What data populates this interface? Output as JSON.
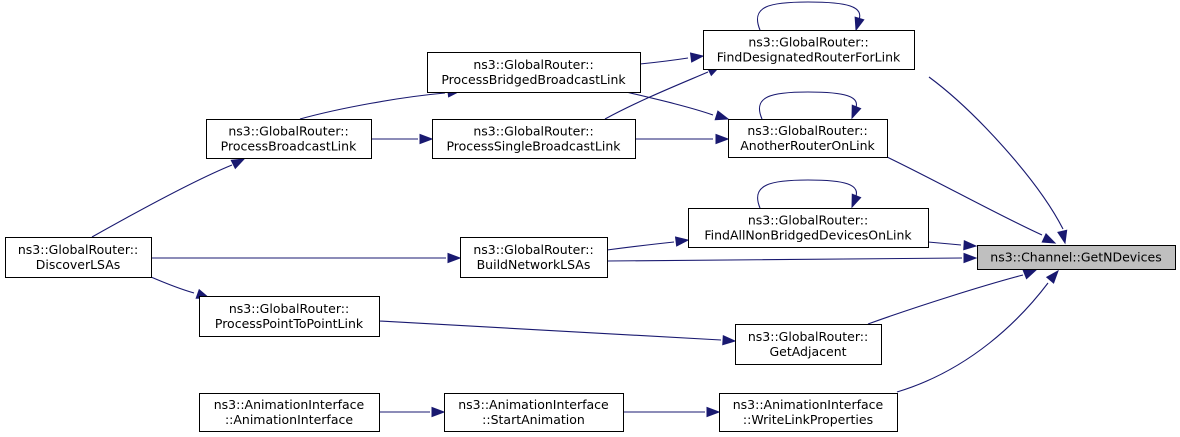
{
  "nodes": {
    "get_n_devices": {
      "lines": [
        "ns3::Channel::GetNDevices"
      ]
    },
    "find_designated_router": {
      "lines": [
        "ns3::GlobalRouter::",
        "FindDesignatedRouterForLink"
      ]
    },
    "another_router_on_link": {
      "lines": [
        "ns3::GlobalRouter::",
        "AnotherRouterOnLink"
      ]
    },
    "find_all_non_bridged": {
      "lines": [
        "ns3::GlobalRouter::",
        "FindAllNonBridgedDevicesOnLink"
      ]
    },
    "build_network_lsas": {
      "lines": [
        "ns3::GlobalRouter::",
        "BuildNetworkLSAs"
      ]
    },
    "get_adjacent": {
      "lines": [
        "ns3::GlobalRouter::",
        "GetAdjacent"
      ]
    },
    "write_link_properties": {
      "lines": [
        "ns3::AnimationInterface",
        "::WriteLinkProperties"
      ]
    },
    "process_bridged_broadcast": {
      "lines": [
        "ns3::GlobalRouter::",
        "ProcessBridgedBroadcastLink"
      ]
    },
    "process_single_broadcast": {
      "lines": [
        "ns3::GlobalRouter::",
        "ProcessSingleBroadcastLink"
      ]
    },
    "process_broadcast": {
      "lines": [
        "ns3::GlobalRouter::",
        "ProcessBroadcastLink"
      ]
    },
    "discover_lsas": {
      "lines": [
        "ns3::GlobalRouter::",
        "DiscoverLSAs"
      ]
    },
    "process_point_to_point": {
      "lines": [
        "ns3::GlobalRouter::",
        "ProcessPointToPointLink"
      ]
    },
    "animation_interface_ctor": {
      "lines": [
        "ns3::AnimationInterface",
        "::AnimationInterface"
      ]
    },
    "start_animation": {
      "lines": [
        "ns3::AnimationInterface",
        "::StartAnimation"
      ]
    }
  },
  "colors": {
    "edge": "#191970",
    "target_fill": "#bfbfbf",
    "node_fill": "#ffffff",
    "node_border": "#000000"
  }
}
